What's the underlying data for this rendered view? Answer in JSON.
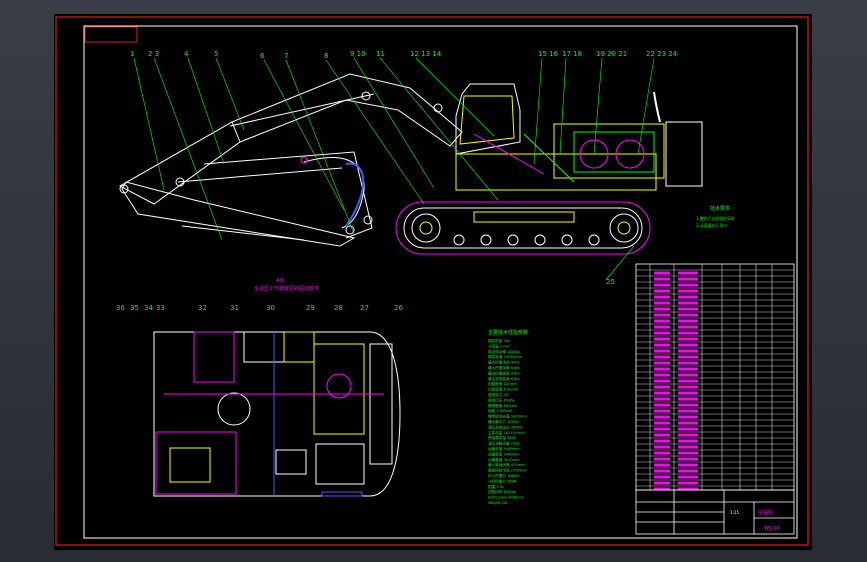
{
  "drawing": {
    "callouts_top": [
      "1",
      "2 3",
      "4",
      "5",
      "6",
      "7",
      "8",
      "9 10",
      "11",
      "12 13 14",
      "15 16",
      "17 18",
      "19 20 21",
      "22 23 24"
    ],
    "callouts_plan": [
      "36",
      "35",
      "34",
      "33",
      "32",
      "31",
      "30",
      "29",
      "28",
      "27",
      "26"
    ],
    "callout_25": "25",
    "plan_title": [
      "A向",
      "全液压工作装置回转驱动部件"
    ],
    "notes_title": "技术要求",
    "notes_lines": [
      "1.整机工作质量约20t",
      "2.斗容量约1.0m³"
    ],
    "tech_title": "主要技术性能参数",
    "tech_params": [
      "整机质量 20t",
      "斗容量 1.0m³",
      "发动机功率 110kW",
      "额定转速 2000r/min",
      "最大挖掘半径 9.9m",
      "最大挖掘深度 6.6m",
      "最大挖掘高度 9.6m",
      "最大卸载高度 6.8m",
      "回转速度 11r/min",
      "行走速度 5.5km/h",
      "爬坡能力 35°",
      "接地比压 45kPa",
      "履带宽度 600mm",
      "轨距 2380mm",
      "履带接地长度 3370mm",
      "最大牵引力 175kN",
      "液压系统压力 32MPa",
      "主泵流量 2x210L/min",
      "燃油箱容量 340L",
      "液压油箱容量 230L",
      "运输长度 9480mm",
      "运输宽度 2980mm",
      "运输高度 3010mm",
      "最小离地间隙 470mm",
      "尾部回转半径 2750mm",
      "铲斗挖掘力 138kN",
      "斗杆挖掘力 98kN",
      "配重 3.9t",
      "回转扭矩 62kNm",
      "Dimension 9480mm",
      "Weight 20t"
    ],
    "title_block": {
      "name": "挖掘机",
      "scale": "1:25",
      "drawing_no": "WJJ-00"
    }
  },
  "colors": {
    "frame": "#e41a1a",
    "green": "#00ff00",
    "yellow": "#ffff00",
    "magenta": "#ff00ff",
    "white": "#ffffff",
    "cyan": "#00ffff",
    "blue": "#3d5cff"
  }
}
